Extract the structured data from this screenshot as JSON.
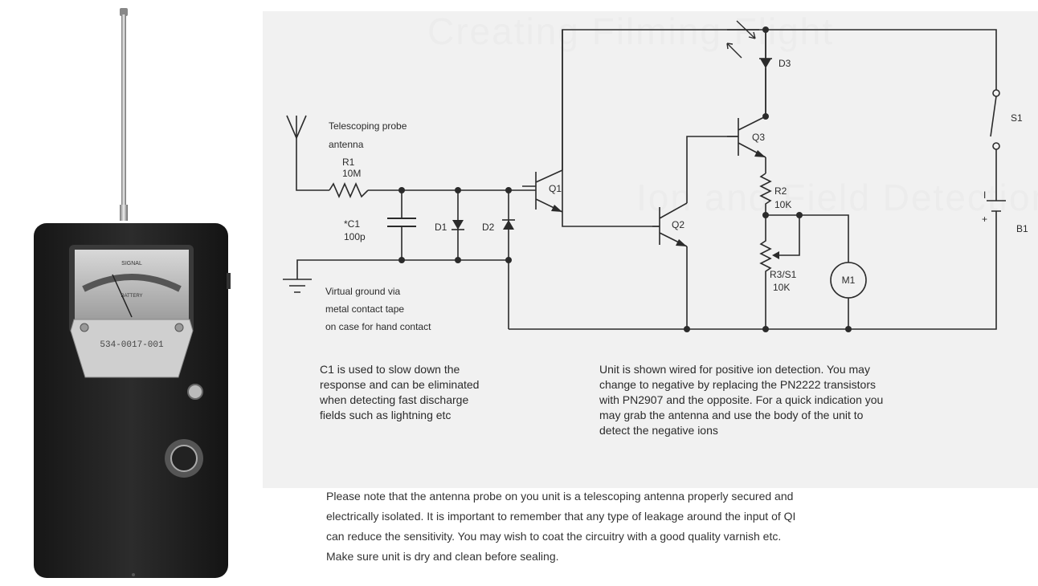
{
  "device": {
    "meter_top_label": "SIGNAL",
    "meter_bottom_label": "BATTERY",
    "serial_plate": "534-0017-001"
  },
  "schematic": {
    "antenna_label": [
      "Telescoping probe",
      "antenna"
    ],
    "ground_label": [
      "Virtual ground via",
      "metal contact tape",
      "on case for hand contact"
    ],
    "r1": {
      "ref": "R1",
      "value": "10M"
    },
    "c1": {
      "ref": "*C1",
      "value": "100p"
    },
    "d1": "D1",
    "d2": "D2",
    "d3": "D3",
    "q1": "Q1",
    "q2": "Q2",
    "q3": "Q3",
    "r2": {
      "ref": "R2",
      "value": "10K"
    },
    "r3": {
      "ref": "R3/S1",
      "value": "10K"
    },
    "m1": "M1",
    "s1": "S1",
    "b1": "B1",
    "b1_minus": "I",
    "b1_plus": "+"
  },
  "notes": {
    "c1_note": [
      "C1 is used to slow down the",
      "response and can be eliminated",
      "when detecting fast discharge",
      "fields such as lightning etc"
    ],
    "ion_note": [
      "Unit is shown wired for positive ion detection.  You may",
      "change to negative by replacing the PN2222 transistors",
      "with PN2907 and the opposite.  For a quick indication you",
      "may grab the antenna and use the body of the unit to",
      "detect the negative ions"
    ],
    "bottom_note": [
      "Please note that the antenna probe on you unit is a telescoping antenna properly secured and",
      "electrically isolated. It is important to remember that any type of leakage around the input of QI",
      "can reduce the sensitivity. You may wish to coat the circuitry with a good quality varnish etc.",
      "Make sure unit is dry and clean before sealing."
    ]
  },
  "background_text": {
    "line1": "Creating Filming Flight",
    "line2": "Ion and Field Detection"
  },
  "colors": {
    "panel_bg": "#f1f1f1",
    "ink": "#2b2b2b",
    "case": "#232323"
  }
}
